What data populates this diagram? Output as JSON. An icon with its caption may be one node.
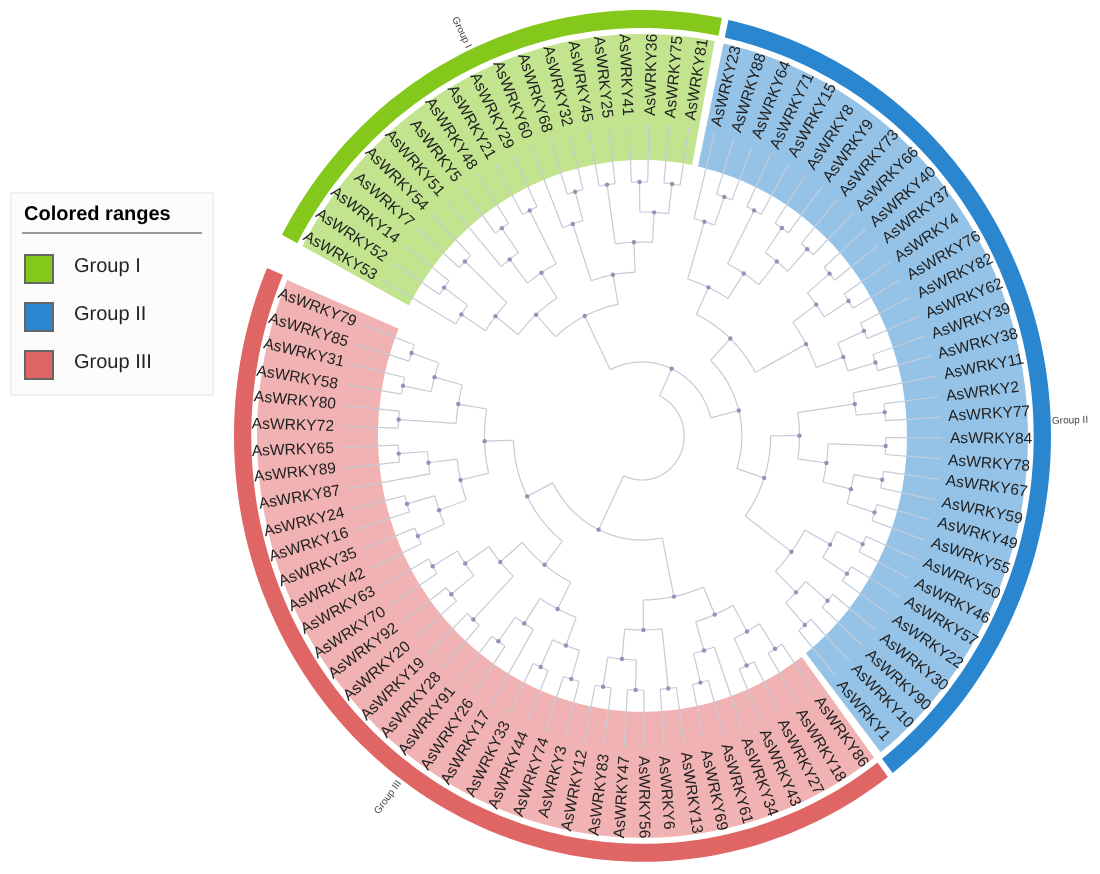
{
  "diagram": {
    "nodes": [
      {
        "text": [
          "Group I"
        ]
      },
      {
        "text": [
          "AsWRKY53"
        ],
        "in": 0
      },
      {
        "text": [
          "AsWRKY52"
        ],
        "in": 0
      },
      {
        "text": [
          "AsWRKY14"
        ],
        "in": 0
      },
      {
        "text": [
          "AsWRKY7"
        ],
        "in": 0
      },
      {
        "text": [
          "AsWRKY54"
        ],
        "in": 0
      },
      {
        "text": [
          "AsWRKY51"
        ],
        "in": 0
      },
      {
        "text": [
          "AsWRKY5"
        ],
        "in": 0
      },
      {
        "text": [
          "AsWRKY48"
        ],
        "in": 0
      },
      {
        "text": [
          "AsWRKY21"
        ],
        "in": 0
      },
      {
        "text": [
          "AsWRKY29"
        ],
        "in": 0
      },
      {
        "text": [
          "AsWRKY60"
        ],
        "in": 0
      },
      {
        "text": [
          "AsWRKY68"
        ],
        "in": 0
      },
      {
        "text": [
          "AsWRKY32"
        ],
        "in": 0
      },
      {
        "text": [
          "AsWRKY45"
        ],
        "in": 0
      },
      {
        "text": [
          "AsWRKY25"
        ],
        "in": 0
      },
      {
        "text": [
          "AsWRKY41"
        ],
        "in": 0
      },
      {
        "text": [
          "AsWRKY36"
        ],
        "in": 0
      },
      {
        "text": [
          "AsWRKY75"
        ],
        "in": 0
      },
      {
        "text": [
          "AsWRKY81"
        ],
        "in": 0
      },
      {
        "text": [
          "Group II"
        ]
      },
      {
        "text": [
          "AsWRKY23"
        ],
        "in": 20
      },
      {
        "text": [
          "AsWRKY88"
        ],
        "in": 20
      },
      {
        "text": [
          "AsWRKY64"
        ],
        "in": 20
      },
      {
        "text": [
          "AsWRKY71"
        ],
        "in": 20
      },
      {
        "text": [
          "AsWRKY15"
        ],
        "in": 20
      },
      {
        "text": [
          "AsWRKY8"
        ],
        "in": 20
      },
      {
        "text": [
          "AsWRKY9"
        ],
        "in": 20
      },
      {
        "text": [
          "AsWRKY73"
        ],
        "in": 20
      },
      {
        "text": [
          "AsWRKY66"
        ],
        "in": 20
      },
      {
        "text": [
          "AsWRKY40"
        ],
        "in": 20
      },
      {
        "text": [
          "AsWRKY37"
        ],
        "in": 20
      },
      {
        "text": [
          "AsWRKY4"
        ],
        "in": 20
      },
      {
        "text": [
          "AsWRKY76"
        ],
        "in": 20
      },
      {
        "text": [
          "AsWRKY82"
        ],
        "in": 20
      },
      {
        "text": [
          "AsWRKY62"
        ],
        "in": 20
      },
      {
        "text": [
          "AsWRKY39"
        ],
        "in": 20
      },
      {
        "text": [
          "AsWRKY38"
        ],
        "in": 20
      },
      {
        "text": [
          "AsWRKY11"
        ],
        "in": 20
      },
      {
        "text": [
          "AsWRKY2"
        ],
        "in": 20
      },
      {
        "text": [
          "AsWRKY77"
        ],
        "in": 20
      },
      {
        "text": [
          "AsWRKY84"
        ],
        "in": 20
      },
      {
        "text": [
          "AsWRKY78"
        ],
        "in": 20
      },
      {
        "text": [
          "AsWRKY67"
        ],
        "in": 20
      },
      {
        "text": [
          "AsWRKY59"
        ],
        "in": 20
      },
      {
        "text": [
          "AsWRKY49"
        ],
        "in": 20
      },
      {
        "text": [
          "AsWRKY55"
        ],
        "in": 20
      },
      {
        "text": [
          "AsWRKY50"
        ],
        "in": 20
      },
      {
        "text": [
          "AsWRKY46"
        ],
        "in": 20
      },
      {
        "text": [
          "AsWRKY57"
        ],
        "in": 20
      },
      {
        "text": [
          "AsWRKY22"
        ],
        "in": 20
      },
      {
        "text": [
          "AsWRKY30"
        ],
        "in": 20
      },
      {
        "text": [
          "AsWRKY90"
        ],
        "in": 20
      },
      {
        "text": [
          "AsWRKY10"
        ],
        "in": 20
      },
      {
        "text": [
          "AsWRKY1"
        ],
        "in": 20
      },
      {
        "text": [
          "Group III"
        ]
      },
      {
        "text": [
          "AsWRKY86"
        ],
        "in": 55
      },
      {
        "text": [
          "AsWRKY18"
        ],
        "in": 55
      },
      {
        "text": [
          "AsWRKY27"
        ],
        "in": 55
      },
      {
        "text": [
          "AsWRKY43"
        ],
        "in": 55
      },
      {
        "text": [
          "AsWRKY34"
        ],
        "in": 55
      },
      {
        "text": [
          "AsWRKY61"
        ],
        "in": 55
      },
      {
        "text": [
          "AsWRKY69"
        ],
        "in": 55
      },
      {
        "text": [
          "AsWRKY13"
        ],
        "in": 55
      },
      {
        "text": [
          "AsWRKY6"
        ],
        "in": 55
      },
      {
        "text": [
          "AsWRKY56"
        ],
        "in": 55
      },
      {
        "text": [
          "AsWRKY47"
        ],
        "in": 55
      },
      {
        "text": [
          "AsWRKY83"
        ],
        "in": 55
      },
      {
        "text": [
          "AsWRKY12"
        ],
        "in": 55
      },
      {
        "text": [
          "AsWRKY3"
        ],
        "in": 55
      },
      {
        "text": [
          "AsWRKY74"
        ],
        "in": 55
      },
      {
        "text": [
          "AsWRKY44"
        ],
        "in": 55
      },
      {
        "text": [
          "AsWRKY33"
        ],
        "in": 55
      },
      {
        "text": [
          "AsWRKY17"
        ],
        "in": 55
      },
      {
        "text": [
          "AsWRKY26"
        ],
        "in": 55
      },
      {
        "text": [
          "AsWRKY91"
        ],
        "in": 55
      },
      {
        "text": [
          "AsWRKY28"
        ],
        "in": 55
      },
      {
        "text": [
          "AsWRKY19"
        ],
        "in": 55
      },
      {
        "text": [
          "AsWRKY20"
        ],
        "in": 55
      },
      {
        "text": [
          "AsWRKY92"
        ],
        "in": 55
      },
      {
        "text": [
          "AsWRKY70"
        ],
        "in": 55
      },
      {
        "text": [
          "AsWRKY63"
        ],
        "in": 55
      },
      {
        "text": [
          "AsWRKY42"
        ],
        "in": 55
      },
      {
        "text": [
          "AsWRKY35"
        ],
        "in": 55
      },
      {
        "text": [
          "AsWRKY16"
        ],
        "in": 55
      },
      {
        "text": [
          "AsWRKY24"
        ],
        "in": 55
      },
      {
        "text": [
          "AsWRKY87"
        ],
        "in": 55
      },
      {
        "text": [
          "AsWRKY89"
        ],
        "in": 55
      },
      {
        "text": [
          "AsWRKY65"
        ],
        "in": 55
      },
      {
        "text": [
          "AsWRKY72"
        ],
        "in": 55
      },
      {
        "text": [
          "AsWRKY80"
        ],
        "in": 55
      },
      {
        "text": [
          "AsWRKY58"
        ],
        "in": 55
      },
      {
        "text": [
          "AsWRKY31"
        ],
        "in": 55
      },
      {
        "text": [
          "AsWRKY85"
        ],
        "in": 55
      },
      {
        "text": [
          "AsWRKY79"
        ],
        "in": 55
      }
    ],
    "labels": [
      "Colored ranges"
    ],
    "legend": [
      {
        "text": "Group I",
        "color": "#84c81c"
      },
      {
        "text": "Group II",
        "color": "#2b86d0"
      },
      {
        "text": "Group III",
        "color": "#e06565"
      }
    ]
  }
}
